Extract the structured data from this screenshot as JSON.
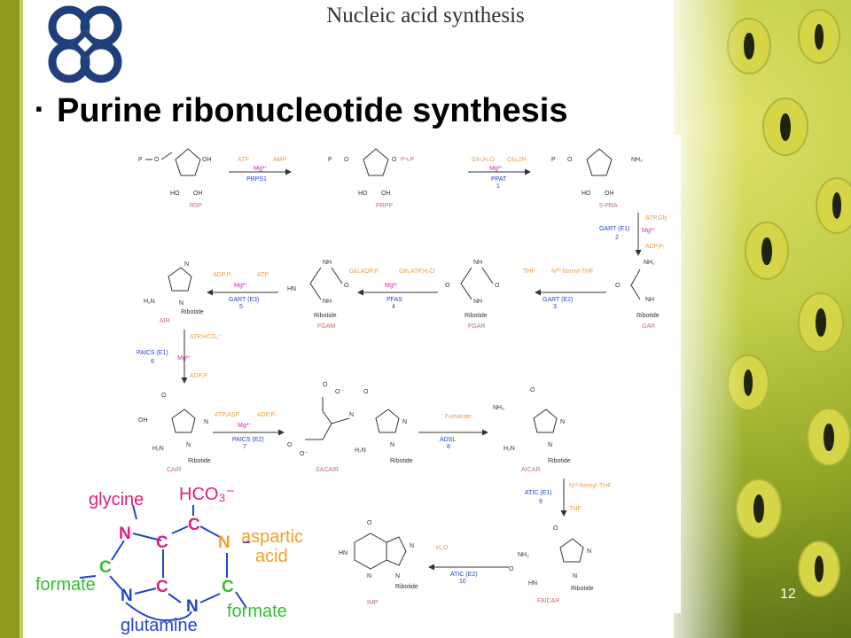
{
  "slide": {
    "top_title": "Nucleic acid synthesis",
    "heading": "Purine ribonucleotide synthesis",
    "bullet_symbol": "▪",
    "page_number": "12"
  },
  "pathway": {
    "compounds": [
      "R5P",
      "PRPP",
      "5-PRA",
      "GAR",
      "FGAR",
      "FGAM",
      "AIR",
      "CAIR",
      "SACAIR",
      "AICAR",
      "FAICAR",
      "IMP"
    ],
    "enzymes": [
      {
        "name": "PRPS1",
        "step": ""
      },
      {
        "name": "PPAT",
        "step": "1"
      },
      {
        "name": "GART (E1)",
        "step": "2"
      },
      {
        "name": "GART (E2)",
        "step": "3"
      },
      {
        "name": "PFAS",
        "step": "4"
      },
      {
        "name": "GART (E3)",
        "step": "5"
      },
      {
        "name": "PAICS (E1)",
        "step": "6"
      },
      {
        "name": "PAICS (E2)",
        "step": "7"
      },
      {
        "name": "ADSL",
        "step": "8"
      },
      {
        "name": "ATIC (E1)",
        "step": "9"
      },
      {
        "name": "ATIC (E2)",
        "step": "10"
      }
    ],
    "cofactors": {
      "prps1_in": "ATP",
      "prps1_out": "AMP",
      "ppat_in": "Gln,H₂O",
      "ppat_out": "Glu,2Pᵢ",
      "gart1_in": "ATP,Gly",
      "gart1_out": "ADP,Pᵢ",
      "gart2_in": "N¹⁰-formyl-THF",
      "gart2_out": "THF",
      "pfas_in": "Gln,ATP,H₂O",
      "pfas_out": "Glu,ADP,Pᵢ",
      "gart3_in": "ATP",
      "gart3_out": "ADP,Pᵢ",
      "paics1_in": "ATP,HCO₃⁻",
      "paics1_out": "ADP,Pᵢ",
      "paics2_in": "ATP,ASP",
      "paics2_out": "ADP,Pᵢ",
      "adsl_out": "Fumarate",
      "atic1_in": "N¹⁰-formyl-THF",
      "atic1_out": "THF",
      "atic2_out": "H₂O",
      "mg": "Mg²⁺"
    },
    "structure_labels": {
      "p": "P",
      "o": "O",
      "oh": "OH",
      "ho": "HO",
      "ppp": "P∿P",
      "nh2": "NH₂",
      "nh": "NH",
      "n": "N",
      "hn": "HN",
      "h2n": "H₂N",
      "o_minus": "O⁻",
      "ribotide": "Ribotide",
      "nh3": "NH₃"
    },
    "colors": {
      "cofactor": "#e8a040",
      "enzyme": "#2244cc",
      "mg": "#dd22aa",
      "compound": "#c07070"
    }
  },
  "purine_origin": {
    "labels": {
      "glycine": "glycine",
      "hco3": "HCO₃⁻",
      "aspartic1": "aspartic",
      "aspartic2": "acid",
      "formate_left": "formate",
      "formate_right": "formate",
      "glutamine": "glutamine"
    },
    "atoms": {
      "n": "N",
      "c": "C"
    },
    "colors": {
      "glycine": "#e0207a",
      "hco3": "#e0207a",
      "aspartic": "#f0a020",
      "formate": "#30c030",
      "glutamine": "#2244cc",
      "ring": "#2244cc"
    }
  }
}
